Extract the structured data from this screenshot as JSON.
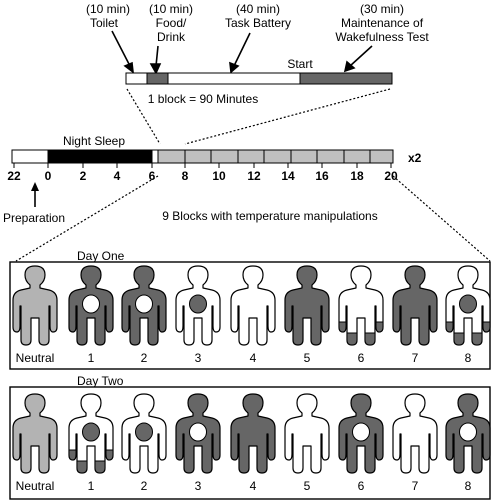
{
  "block_labels": {
    "toilet": {
      "line1": "(10 min)",
      "line2": "Toilet"
    },
    "food": {
      "line1": "(10 min)",
      "line2": "Food/",
      "line3": "Drink"
    },
    "task": {
      "line1": "(40 min)",
      "line2": "Task Battery"
    },
    "mwt": {
      "line1": "(30 min)",
      "line2": "Maintenance of",
      "line3": "Wakefulness Test"
    },
    "start": "Start",
    "block_duration": "1 block = 90 Minutes"
  },
  "timeline": {
    "night_sleep_label": "Night Sleep",
    "ticks": [
      "22",
      "0",
      "2",
      "4",
      "6",
      "8",
      "10",
      "12",
      "14",
      "16",
      "18",
      "20"
    ],
    "repeat_label": "x2",
    "preparation_label": "Preparation",
    "blocks_label": "9 Blocks with temperature manipulations"
  },
  "days": [
    {
      "title": "Day One",
      "conditions": [
        {
          "label": "Neutral",
          "body": "neutral",
          "torso": "none",
          "extremities": "none"
        },
        {
          "label": "1",
          "body": "dark",
          "torso": "light",
          "extremities": "dark"
        },
        {
          "label": "2",
          "body": "dark",
          "torso": "light",
          "extremities": "dark"
        },
        {
          "label": "3",
          "body": "light",
          "torso": "dark",
          "extremities": "light"
        },
        {
          "label": "4",
          "body": "light",
          "torso": "none",
          "extremities": "light"
        },
        {
          "label": "5",
          "body": "dark",
          "torso": "none",
          "extremities": "dark"
        },
        {
          "label": "6",
          "body": "light",
          "torso": "none",
          "extremities": "dark"
        },
        {
          "label": "7",
          "body": "dark",
          "torso": "none",
          "extremities": "dark"
        },
        {
          "label": "8",
          "body": "light",
          "torso": "dark",
          "extremities": "dark"
        }
      ]
    },
    {
      "title": "Day Two",
      "conditions": [
        {
          "label": "Neutral",
          "body": "neutral",
          "torso": "none",
          "extremities": "none"
        },
        {
          "label": "1",
          "body": "light",
          "torso": "dark",
          "extremities": "dark"
        },
        {
          "label": "2",
          "body": "light",
          "torso": "dark",
          "extremities": "light"
        },
        {
          "label": "3",
          "body": "dark",
          "torso": "light",
          "extremities": "dark"
        },
        {
          "label": "4",
          "body": "dark",
          "torso": "none",
          "extremities": "dark"
        },
        {
          "label": "5",
          "body": "light",
          "torso": "none",
          "extremities": "light"
        },
        {
          "label": "6",
          "body": "dark",
          "torso": "light",
          "extremities": "dark"
        },
        {
          "label": "7",
          "body": "light",
          "torso": "none",
          "extremities": "light"
        },
        {
          "label": "8",
          "body": "dark",
          "torso": "light",
          "extremities": "dark"
        }
      ]
    }
  ],
  "colors": {
    "dark": "#666666",
    "light": "#ffffff",
    "neutral": "#b3b3b3",
    "sleep": "#000000",
    "blocks": "#c0c0c0",
    "mwt": "#666666",
    "food": "#666666"
  }
}
